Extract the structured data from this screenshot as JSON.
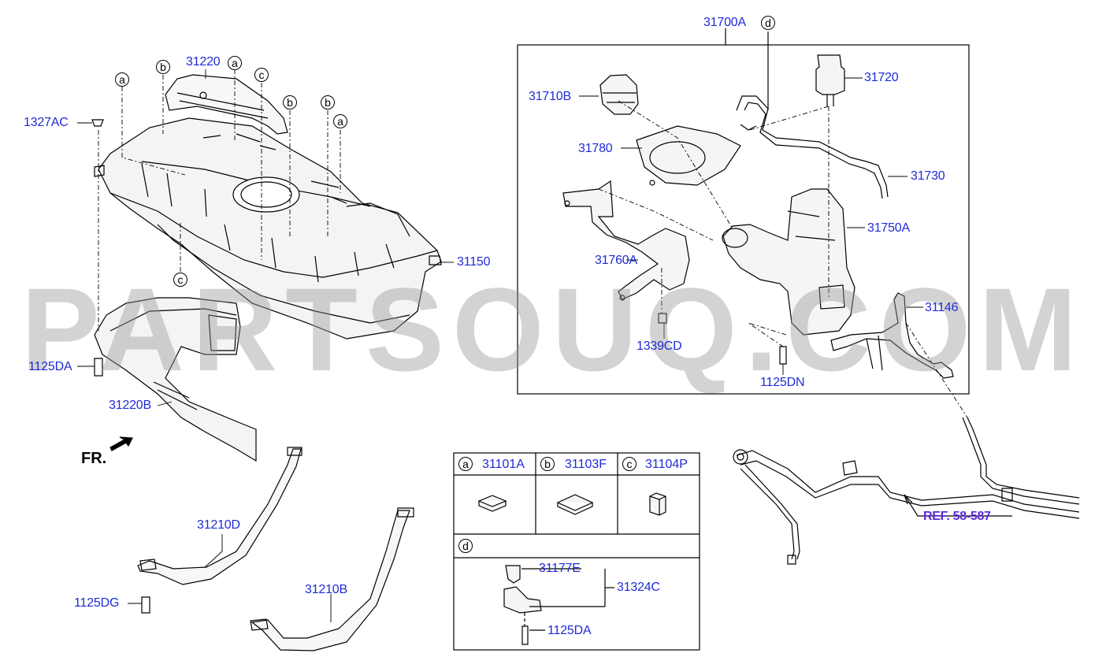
{
  "watermark": "PARTSOUQ.COM",
  "orientation_label": "FR.",
  "parts": {
    "p31700A": "31700A",
    "p31220": "31220",
    "p1327AC": "1327AC",
    "p31150": "31150",
    "p1125DA_left": "1125DA",
    "p31220B": "31220B",
    "p31210D": "31210D",
    "p1125DG": "1125DG",
    "p31210B": "31210B",
    "p31710B": "31710B",
    "p31780": "31780",
    "p31760A": "31760A",
    "p1339CD": "1339CD",
    "p1125DN": "1125DN",
    "p31720": "31720",
    "p31730": "31730",
    "p31750A": "31750A",
    "p31146": "31146",
    "p31177E": "31177E",
    "p31324C": "31324C",
    "p1125DA_table": "1125DA"
  },
  "reference": "REF. 58-587",
  "callouts": {
    "a": "a",
    "b": "b",
    "c": "c",
    "d": "d"
  },
  "table": {
    "col_a_key": "a",
    "col_a_part": "31101A",
    "col_b_key": "b",
    "col_b_part": "31103F",
    "col_c_key": "c",
    "col_c_part": "31104P",
    "row_d_key": "d"
  }
}
